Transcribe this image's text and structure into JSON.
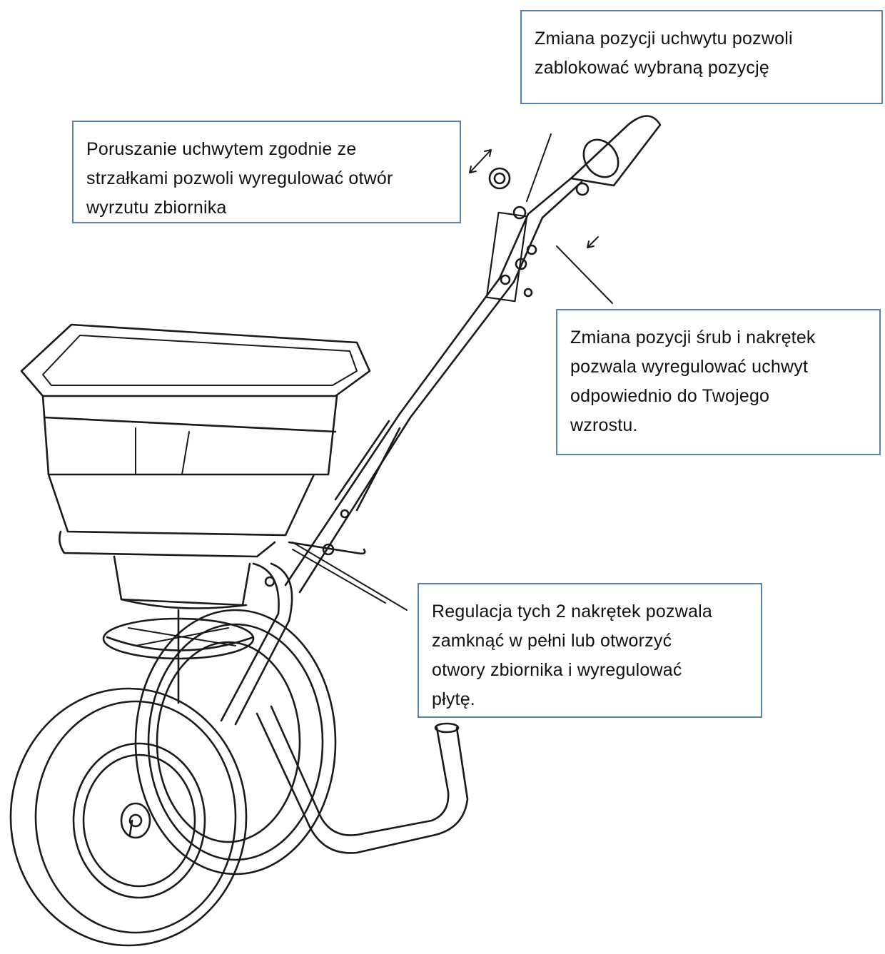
{
  "callouts": {
    "handle_lock": {
      "lines": [
        "Zmiana pozycji uchwytu pozwoli",
        "zablokować wybraną pozycję"
      ]
    },
    "handle_move": {
      "lines": [
        "Poruszanie uchwytem zgodnie ze",
        "strzałkami pozwoli wyregulować otwór",
        "wyrzutu zbiornika"
      ]
    },
    "bolts": {
      "lines": [
        "Zmiana pozycji śrub i nakrętek",
        "pozwala wyregulować uchwyt",
        "odpowiednio do Twojego",
        "wzrostu."
      ]
    },
    "nuts": {
      "lines": [
        "Regulacja tych 2 nakrętek pozwala",
        "zamknąć w pełni lub otworzyć",
        "otwory zbiornika i wyregulować",
        "płytę."
      ]
    }
  },
  "colors": {
    "callout_border": "#5b84a8",
    "line_art": "#1a1a1a"
  }
}
